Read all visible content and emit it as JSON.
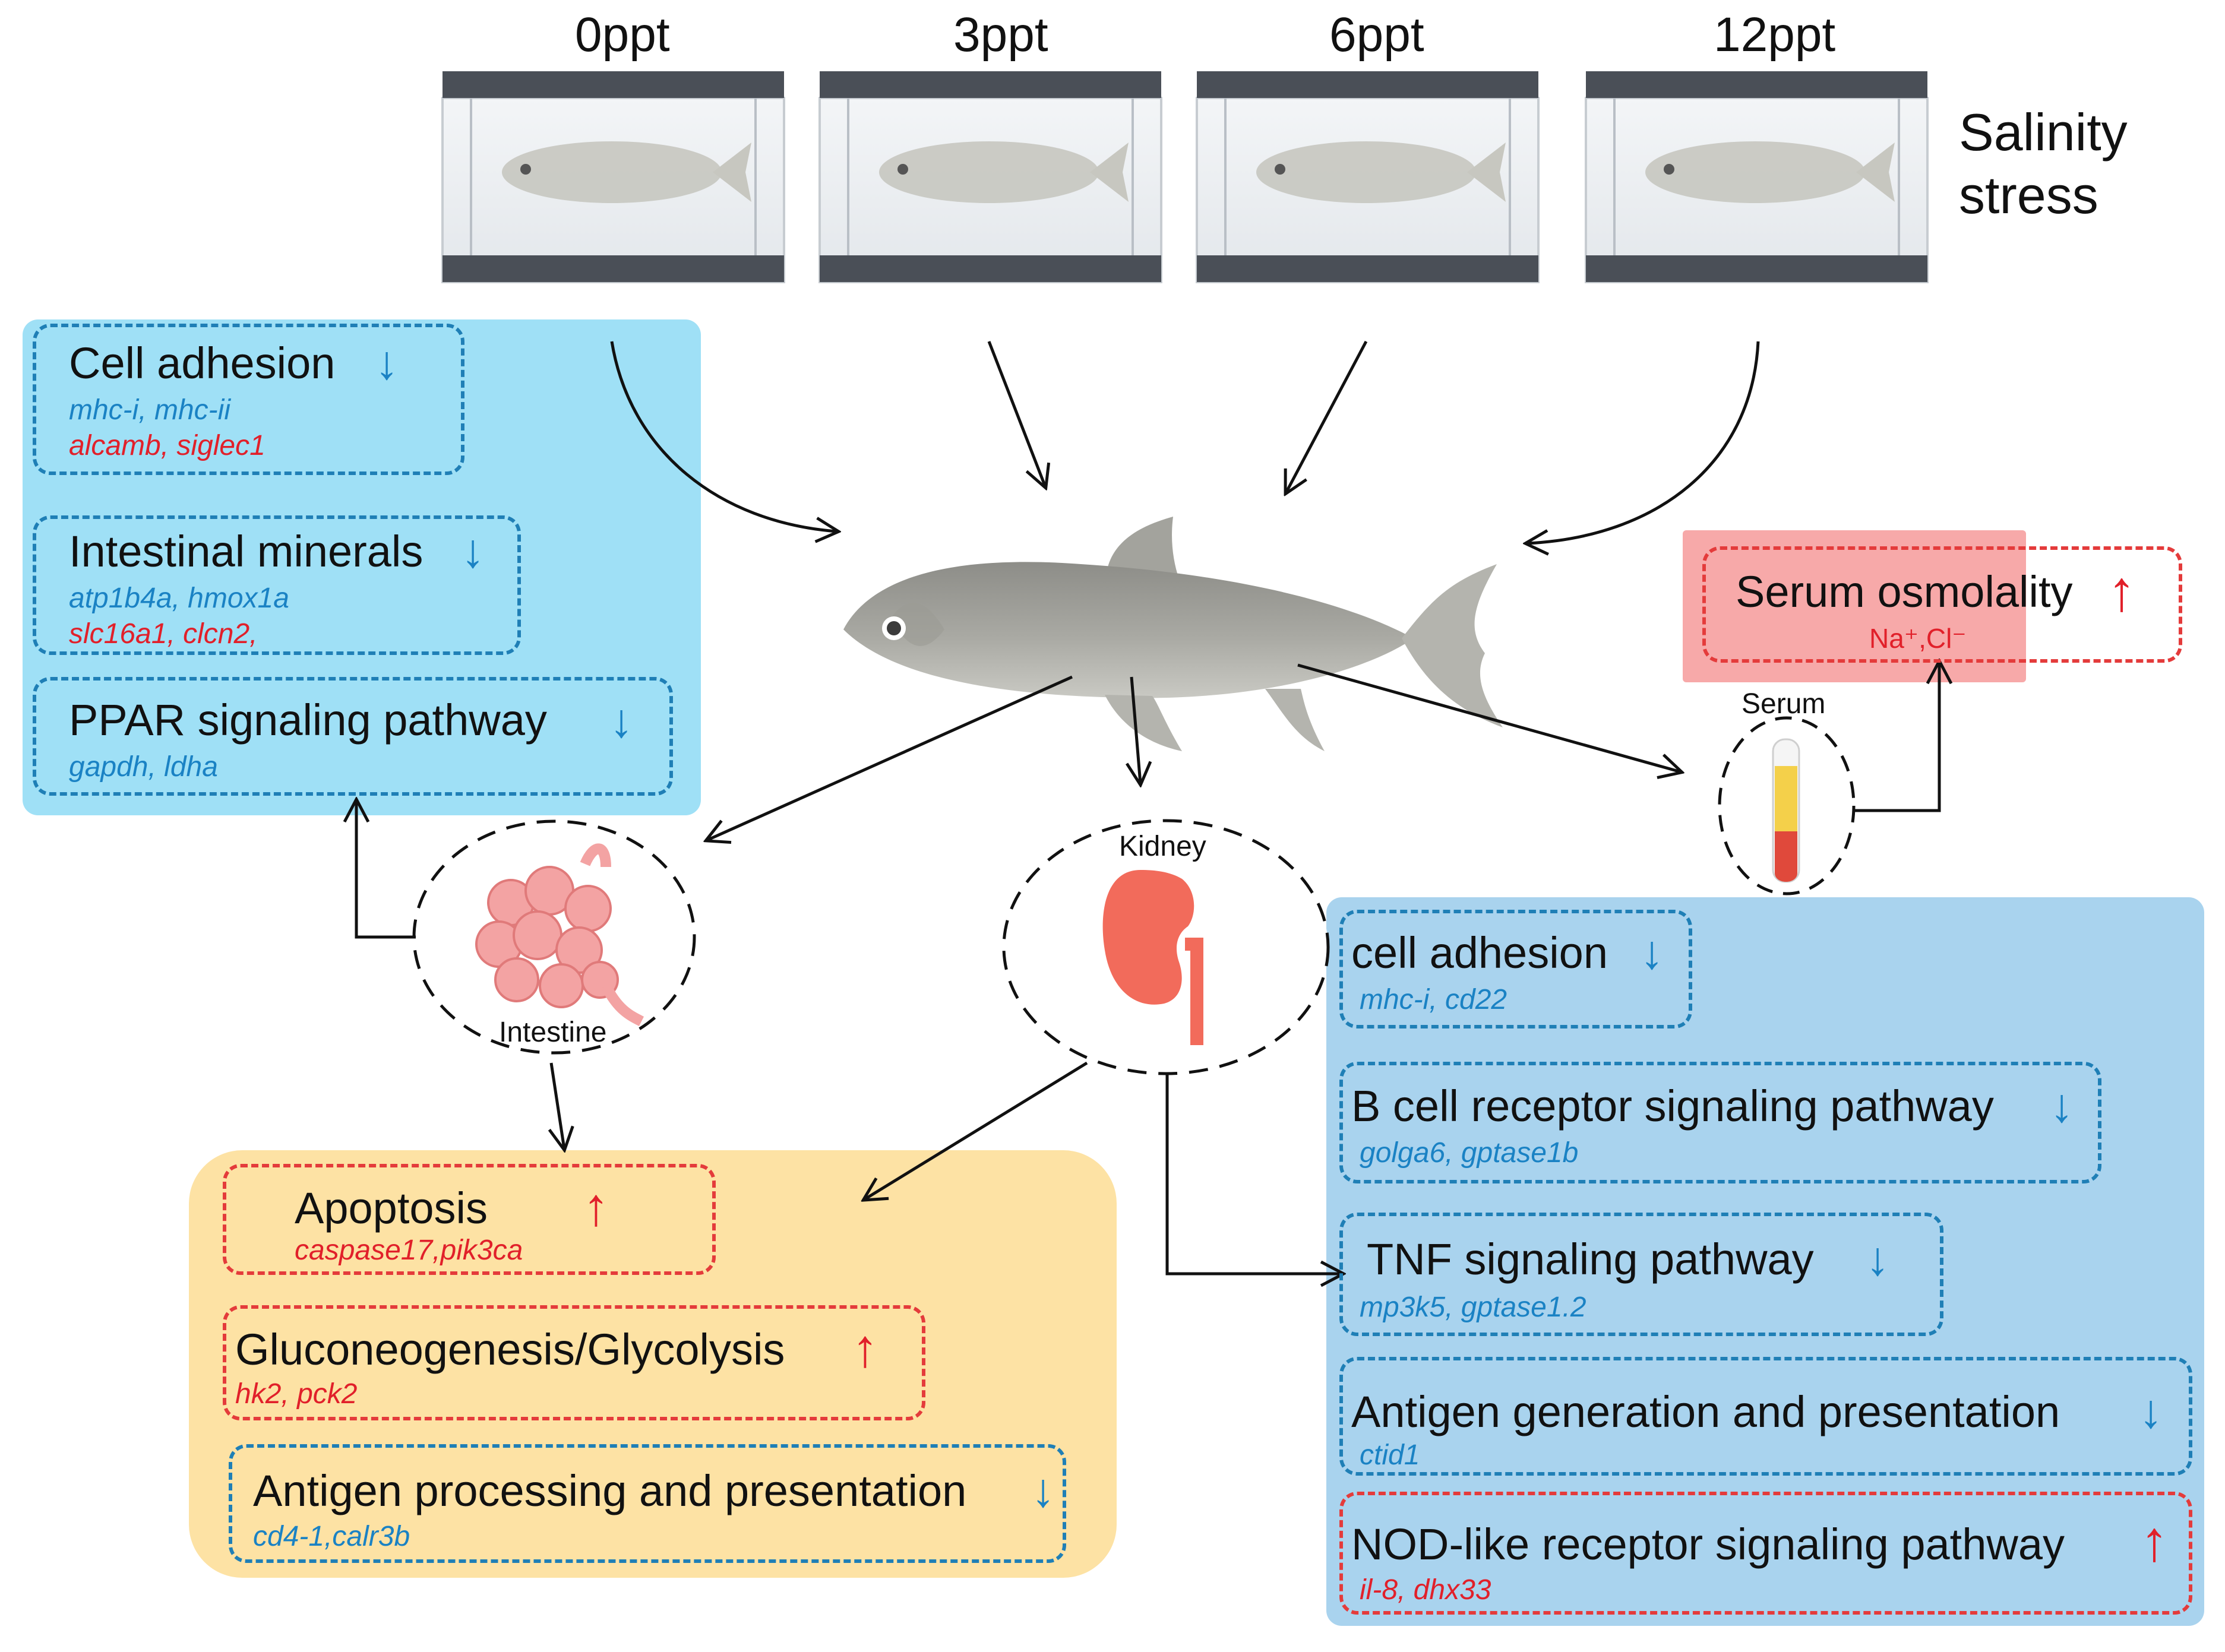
{
  "salinity": {
    "levels": [
      "0ppt",
      "3ppt",
      "6ppt",
      "12ppt"
    ],
    "label": "Salinity stress"
  },
  "organs": {
    "intestine": "Intestine",
    "kidney": "Kidney",
    "serum": "Serum"
  },
  "intestine_panel": {
    "boxes": [
      {
        "title": "Cell adhesion",
        "direction": "down",
        "genes_blue": "mhc-i, mhc-ii",
        "genes_red": "alcamb, siglec1"
      },
      {
        "title": "Intestinal minerals",
        "direction": "down",
        "genes_blue": "atp1b4a, hmox1a",
        "genes_red": "slc16a1, clcn2,"
      },
      {
        "title": "PPAR signaling pathway",
        "direction": "down",
        "genes_blue": "gapdh, ldha"
      }
    ]
  },
  "serum_panel": {
    "title": "Serum osmolality",
    "direction": "up",
    "ions": "Na⁺,Cl⁻"
  },
  "shared_panel": {
    "boxes": [
      {
        "title": "Apoptosis",
        "direction": "up",
        "genes": "caspase17,pik3ca"
      },
      {
        "title": "Gluconeogenesis/Glycolysis",
        "direction": "up",
        "genes": "hk2, pck2"
      },
      {
        "title": "Antigen processing and presentation",
        "direction": "down",
        "genes": "cd4-1,calr3b"
      }
    ]
  },
  "kidney_panel": {
    "boxes": [
      {
        "title": "cell adhesion",
        "direction": "down",
        "genes": "mhc-i, cd22"
      },
      {
        "title": "B cell receptor signaling pathway",
        "direction": "down",
        "genes": "golga6, gptase1b"
      },
      {
        "title": "TNF signaling pathway",
        "direction": "down",
        "genes": "mp3k5, gptase1.2"
      },
      {
        "title": "Antigen generation and presentation",
        "direction": "down",
        "genes": "ctid1"
      },
      {
        "title": "NOD-like receptor signaling pathway",
        "direction": "up",
        "genes": "il-8, dhx33"
      }
    ]
  },
  "glyphs": {
    "up": "↑",
    "down": "↓"
  },
  "colors": {
    "intestine_panel": "#9fe0f6",
    "serum_panel": "#f7a9a9",
    "shared_panel": "#fde2a4",
    "kidney_panel": "#a9d3ee",
    "down_blue": "#1a82c4",
    "up_red": "#e1202a",
    "tank_frame": "#4a4f57"
  }
}
